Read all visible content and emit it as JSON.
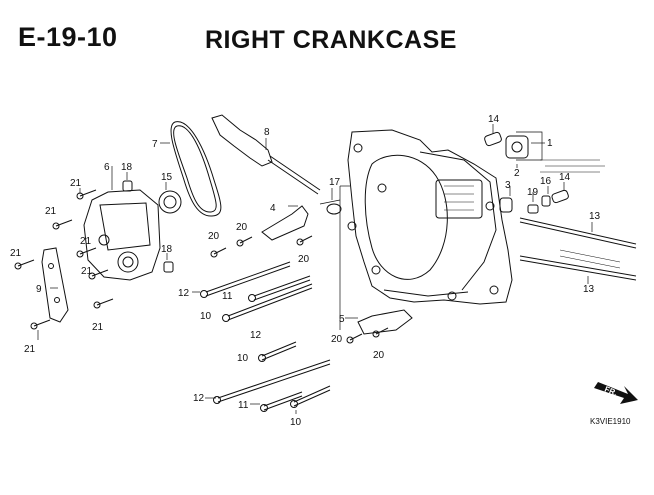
{
  "header": {
    "code": "E-19-10",
    "title": "RIGHT CRANKCASE"
  },
  "part_labels": [
    {
      "id": "p1",
      "text": "1"
    },
    {
      "id": "p2",
      "text": "2"
    },
    {
      "id": "p3",
      "text": "3"
    },
    {
      "id": "p4",
      "text": "4"
    },
    {
      "id": "p5",
      "text": "5"
    },
    {
      "id": "p6",
      "text": "6"
    },
    {
      "id": "p7",
      "text": "7"
    },
    {
      "id": "p8",
      "text": "8"
    },
    {
      "id": "p9",
      "text": "9"
    },
    {
      "id": "p10a",
      "text": "10"
    },
    {
      "id": "p10b",
      "text": "10"
    },
    {
      "id": "p10c",
      "text": "10"
    },
    {
      "id": "p11a",
      "text": "11"
    },
    {
      "id": "p11b",
      "text": "11"
    },
    {
      "id": "p12a",
      "text": "12"
    },
    {
      "id": "p12b",
      "text": "12"
    },
    {
      "id": "p12c",
      "text": "12"
    },
    {
      "id": "p13a",
      "text": "13"
    },
    {
      "id": "p13b",
      "text": "13"
    },
    {
      "id": "p14a",
      "text": "14"
    },
    {
      "id": "p14b",
      "text": "14"
    },
    {
      "id": "p15",
      "text": "15"
    },
    {
      "id": "p16",
      "text": "16"
    },
    {
      "id": "p17",
      "text": "17"
    },
    {
      "id": "p18a",
      "text": "18"
    },
    {
      "id": "p18b",
      "text": "18"
    },
    {
      "id": "p19",
      "text": "19"
    },
    {
      "id": "p20a",
      "text": "20"
    },
    {
      "id": "p20b",
      "text": "20"
    },
    {
      "id": "p20c",
      "text": "20"
    },
    {
      "id": "p20d",
      "text": "20"
    },
    {
      "id": "p20e",
      "text": "20"
    },
    {
      "id": "p21a",
      "text": "21"
    },
    {
      "id": "p21b",
      "text": "21"
    },
    {
      "id": "p21c",
      "text": "21"
    },
    {
      "id": "p21d",
      "text": "21"
    },
    {
      "id": "p21e",
      "text": "21"
    },
    {
      "id": "p21f",
      "text": "21"
    },
    {
      "id": "p21g",
      "text": "21"
    }
  ],
  "footer": {
    "direction_label": "FR.",
    "diagram_code": "K3VIE1910"
  },
  "colors": {
    "ink": "#111111",
    "background": "#ffffff"
  }
}
